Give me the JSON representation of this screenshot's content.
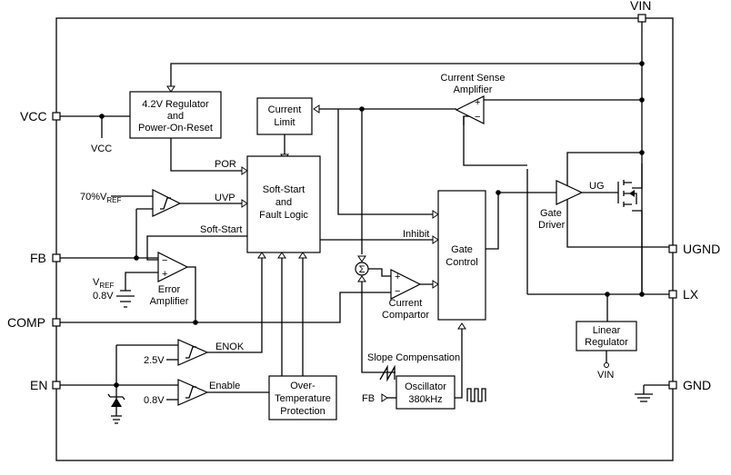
{
  "pins": {
    "vin": "VIN",
    "vcc": "VCC",
    "fb": "FB",
    "comp": "COMP",
    "en": "EN",
    "ugnd": "UGND",
    "lx": "LX",
    "gnd": "GND"
  },
  "blocks": {
    "regulator": [
      "4.2V Regulator",
      "and",
      "Power-On-Reset"
    ],
    "current_limit": [
      "Current",
      "Limit"
    ],
    "soft_start_logic": [
      "Soft-Start",
      "and",
      "Fault Logic"
    ],
    "gate_control": [
      "Gate",
      "Control"
    ],
    "oscillator": [
      "Oscillator",
      "380kHz"
    ],
    "over_temp": [
      "Over-",
      "Temperature",
      "Protection"
    ],
    "linear_regulator": [
      "Linear",
      "Regulator"
    ]
  },
  "labels": {
    "vcc_int": "VCC",
    "por": "POR",
    "uvp": "UVP",
    "soft_start": "Soft-Start",
    "inhibit": "Inhibit",
    "enok": "ENOK",
    "enable": "Enable",
    "ug": "UG",
    "gate_driver": [
      "Gate",
      "Driver"
    ],
    "current_sense_amp": [
      "Current Sense",
      "Amplifier"
    ],
    "error_amp": [
      "Error",
      "Amplifier"
    ],
    "current_comparator": [
      "Current",
      "Compartor"
    ],
    "slope_comp": "Slope Compensation",
    "uvp_threshold_main": "70%V",
    "uvp_threshold_sub": "REF",
    "vref_main": "V",
    "vref_sub": "REF",
    "vref_value": "0.8V",
    "enok_threshold": "2.5V",
    "enable_threshold": "0.8V",
    "osc_fb": "FB",
    "linreg_out": "VIN",
    "sigma": "Σ"
  }
}
